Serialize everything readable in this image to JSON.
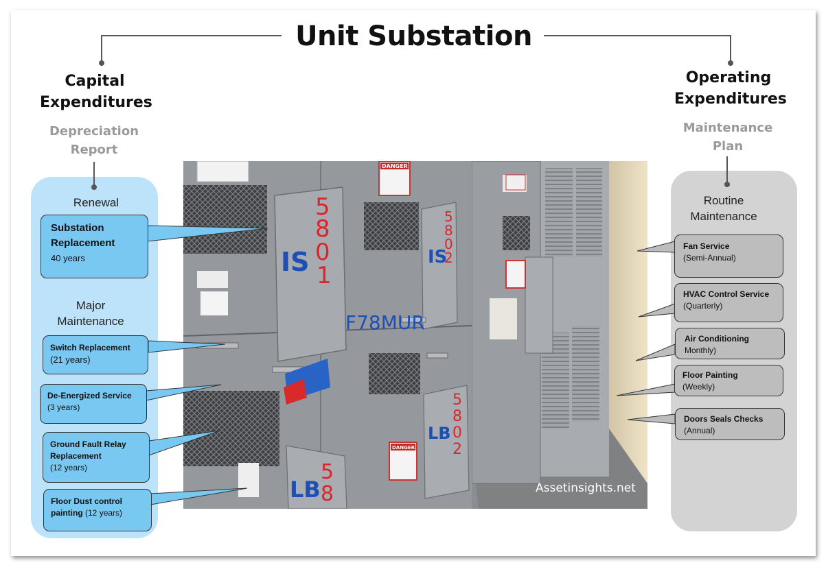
{
  "title": "Unit Substation",
  "capital": {
    "heading_line1": "Capital",
    "heading_line2": "Expenditures",
    "sub_line1": "Depreciation",
    "sub_line2": "Report",
    "renewal_label": "Renewal",
    "renewal_box": {
      "name_line1": "Substation",
      "name_line2": "Replacement",
      "years": "40 years"
    },
    "major_label_line1": "Major",
    "major_label_line2": "Maintenance",
    "items": [
      {
        "name": "Switch Replacement",
        "detail_prefix": "(",
        "detail": "21 years)"
      },
      {
        "name": "De-Energized Service",
        "detail_prefix": "",
        "detail": "(3 years)"
      },
      {
        "name_line1": "Ground Fault Relay",
        "name_line2": "Replacement",
        "detail": "(12 years)"
      },
      {
        "name_line1": "Floor Dust control",
        "name_line2": "painting",
        "detail": "(12 years)"
      }
    ]
  },
  "operating": {
    "heading_line1": "Operating",
    "heading_line2": "Expenditures",
    "sub_line1": "Maintenance",
    "sub_line2": "Plan",
    "routine_line1": "Routine",
    "routine_line2": "Maintenance",
    "items": [
      {
        "name": "Fan Service",
        "detail": "(Semi-Annual)"
      },
      {
        "name": "HVAC Control Service",
        "detail": "(Quarterly)"
      },
      {
        "name": "Air Conditioning",
        "detail": "Monthly)"
      },
      {
        "name": "Floor Painting",
        "detail": "(Weekly)"
      },
      {
        "name": "Doors Seals Checks",
        "detail": "(Annual)"
      }
    ]
  },
  "photo": {
    "watermark": "Assetinsights.net",
    "labels": {
      "is_5801_code": "IS",
      "is_5801_num": "5801",
      "is_5802_code": "IS",
      "is_5802_num": "5802",
      "lb_5802_code": "LB",
      "lb_5802_num": "5802",
      "lb_58_code": "LB",
      "lb_58_num": "58",
      "stencil": "F78MUR",
      "danger": "DANGER"
    }
  },
  "colors": {
    "capital_panel": "#bde3fa",
    "capital_box": "#79c8f2",
    "operating_panel": "#d3d3d3",
    "operating_box": "#bdbdbd",
    "label_red": "#d8262c",
    "label_blue": "#1d4fb5"
  }
}
